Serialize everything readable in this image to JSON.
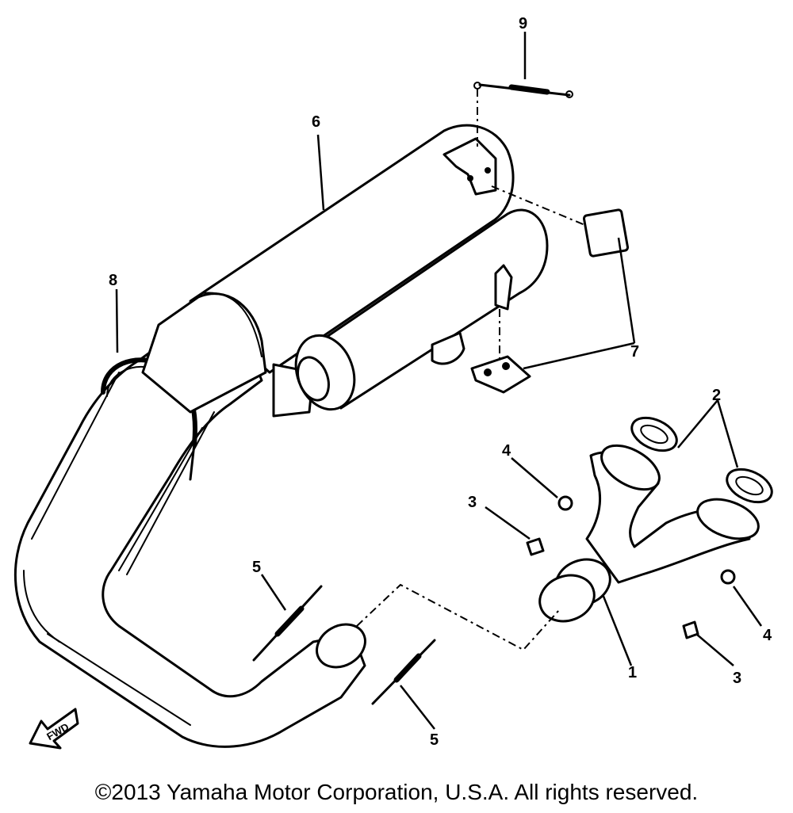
{
  "callouts": {
    "c1": "1",
    "c2": "2",
    "c3a": "3",
    "c3b": "3",
    "c4a": "4",
    "c4b": "4",
    "c5a": "5",
    "c5b": "5",
    "c6": "6",
    "c7": "7",
    "c8": "8",
    "c9": "9"
  },
  "fwd_label": "FWD",
  "copyright": "©2013 Yamaha Motor Corporation, U.S.A. All rights reserved."
}
